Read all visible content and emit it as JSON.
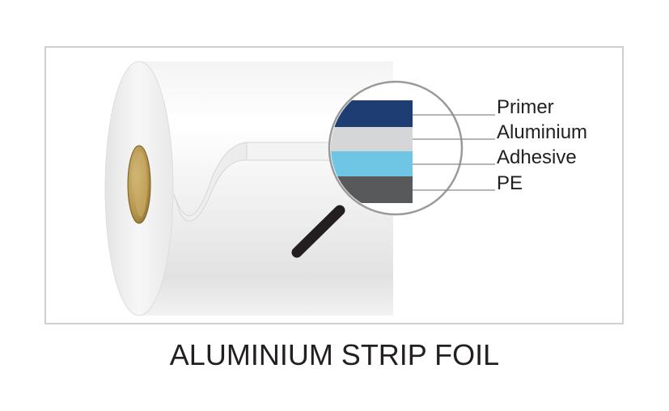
{
  "title": "ALUMINIUM STRIP FOIL",
  "layers": [
    {
      "name": "Primer",
      "color": "#1e3d73"
    },
    {
      "name": "Aluminium",
      "color": "#d4d6d8"
    },
    {
      "name": "Adhesive",
      "color": "#6fc6e4"
    },
    {
      "name": "PE",
      "color": "#58595b"
    }
  ],
  "colors": {
    "frame_border": "#cfcfcf",
    "core": "#b89a52",
    "magnifier_handle": "#231f20",
    "text": "#231f20"
  },
  "icons": [
    "foil-roll",
    "magnifier-icon"
  ]
}
